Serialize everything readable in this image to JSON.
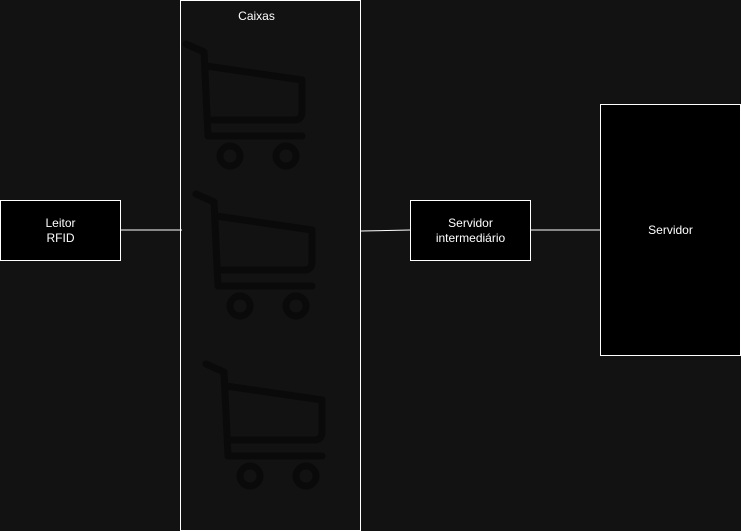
{
  "diagram": {
    "nodes": {
      "leitor": {
        "line1": "Leitor",
        "line2": "RFID"
      },
      "caixas": {
        "title": "Caixas"
      },
      "intermediario": {
        "line1": "Servidor",
        "line2": "intermediário"
      },
      "servidor": {
        "label": "Servidor"
      }
    },
    "icons": [
      "shopping-cart-icon",
      "shopping-cart-icon",
      "shopping-cart-icon"
    ],
    "colors": {
      "background": "#121212",
      "box_fill": "#000000",
      "border": "#ffffff",
      "text": "#ffffff",
      "cart_icon": "#0a0a0a"
    }
  }
}
